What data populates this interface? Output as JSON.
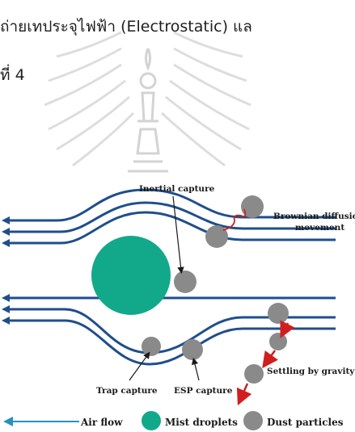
{
  "document": {
    "line1": "ถ่ายเทประจุไฟฟ้า (Electrostatic) แล",
    "line2": "ที่ 4"
  },
  "figure": {
    "labels": {
      "inertial_capture": "Inertial capture",
      "brownian_line1": "Brownian diffusion",
      "brownian_line2": "movement",
      "trap_capture": "Trap capture",
      "esp_capture": "ESP capture",
      "settling_by_gravity": "Settling by gravity"
    },
    "legend": {
      "air_flow": "Air flow",
      "mist_droplets": "Mist droplets",
      "dust_particles": "Dust particles"
    },
    "colors": {
      "flow_line": "#1f4e8c",
      "mist_droplet": "#12a98a",
      "dust_particle": "#8a8a8a",
      "arrow": "#d11f1f",
      "legend_arrow": "#2a8fbf"
    }
  }
}
